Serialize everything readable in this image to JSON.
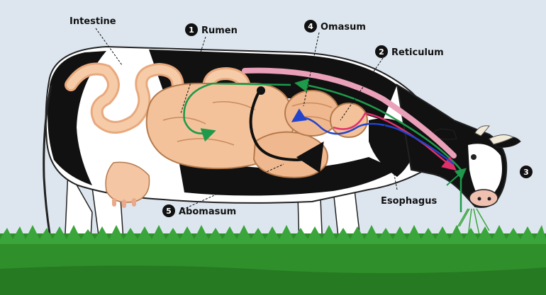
{
  "labels": {
    "intestine": "Intestine",
    "rumen": "Rumen",
    "omasum": "Omasum",
    "reticulum": "Reticulum",
    "esophagus": "Esophagus",
    "abomasum": "Abomasum"
  },
  "numbers": {
    "rumen": "1",
    "reticulum": "2",
    "mouth": "3",
    "omasum": "4",
    "abomasum": "5"
  },
  "colors": {
    "sky": "#dde6ef",
    "grass": "#2f8f2a",
    "cow_white": "#ffffff",
    "cow_black": "#111111",
    "organ": "#f3c29a",
    "organ_outline": "#b57a4c",
    "green_arrow": "#1e9a4a",
    "blue_arrow": "#2244cc",
    "pink_arrow": "#e0306a",
    "black_arrow": "#111111"
  }
}
